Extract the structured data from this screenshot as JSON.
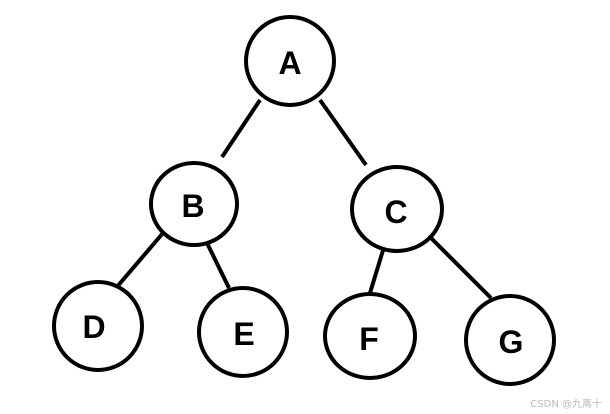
{
  "tree": {
    "nodes": {
      "A": {
        "label": "A"
      },
      "B": {
        "label": "B"
      },
      "C": {
        "label": "C"
      },
      "D": {
        "label": "D"
      },
      "E": {
        "label": "E"
      },
      "F": {
        "label": "F"
      },
      "G": {
        "label": "G"
      }
    },
    "edges": [
      [
        "A",
        "B"
      ],
      [
        "A",
        "C"
      ],
      [
        "B",
        "D"
      ],
      [
        "B",
        "E"
      ],
      [
        "C",
        "F"
      ],
      [
        "C",
        "G"
      ]
    ]
  },
  "watermark": {
    "text": "CSDN @九离十"
  },
  "colors": {
    "stroke": "#000000",
    "background": "#ffffff",
    "watermark": "#b8b8b8"
  }
}
